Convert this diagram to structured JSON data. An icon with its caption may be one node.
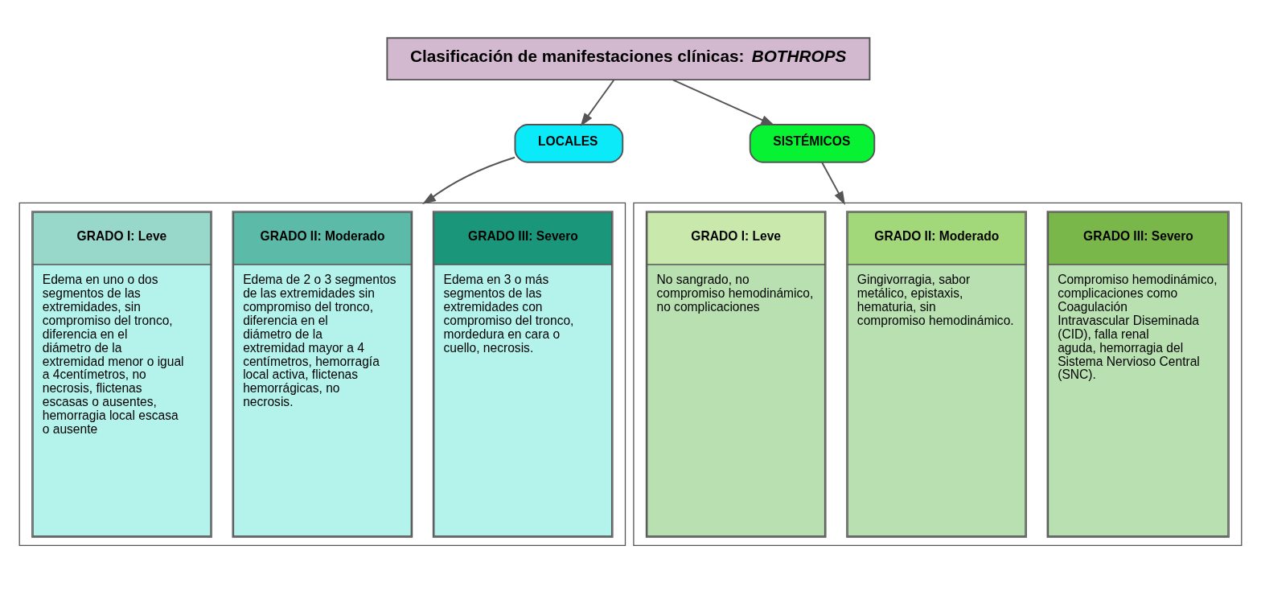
{
  "diagram": {
    "nodes": [
      {
        "text": [
          "Clasificación de manifestaciones clínicas: *BOTHROPS*"
        ]
      },
      {
        "text": [
          "LOCALES"
        ]
      },
      {
        "text": [
          "SISTÉMICOS"
        ]
      },
      {
        "text": [],
        "shape": "box"
      },
      {
        "text": [
          "GRADO I: Leve",
          "Edema en uno o dos segmentos de las extremidades, sin compromiso del tronco, diferencia en el diámetro de la extremidad menor o igual a 4centímetros, no necrosis, flictenas escasas o ausentes, hemorragia local escasa o ausente"
        ],
        "in": 3
      },
      {
        "text": [
          "GRADO II: Moderado",
          "Edema de 2 o 3 segmentos de las extremidades sin compromiso del tronco, diferencia en el diámetro de la extremidad mayor a 4 centímetros, hemorragía local activa, flictenas hemorrágicas, no necrosis."
        ],
        "in": 3
      },
      {
        "text": [
          "GRADO III: Severo",
          "Edema en 3 o más segmentos de las extremidades con compromiso del tronco, mordedura en cara o cuello, necrosis."
        ],
        "in": 3
      },
      {
        "text": [],
        "shape": "box"
      },
      {
        "text": [
          "GRADO I: Leve",
          "No sangrado, no compromiso hemodinámico, no complicaciones"
        ],
        "in": 7
      },
      {
        "text": [
          "GRADO II: Moderado",
          "Gingivorragia, sabor metálico, epistaxis, hematuria, sin compromiso hemodinámico."
        ],
        "in": 7
      },
      {
        "text": [
          "GRADO III: Severo",
          "Compromiso hemodinámico, complicaciones como Coagulación Intravascular Diseminada (CID), falla renal aguda, hemorragia del Sistema Nervioso Central (SNC)."
        ],
        "in": 7
      }
    ],
    "edges": [
      {
        "from": 0,
        "to": 1,
        "arrow": "to"
      },
      {
        "from": 0,
        "to": 2,
        "arrow": "to"
      },
      {
        "from": 1,
        "to": 3,
        "arrow": "to"
      },
      {
        "from": 2,
        "to": 7,
        "arrow": "to"
      }
    ]
  }
}
